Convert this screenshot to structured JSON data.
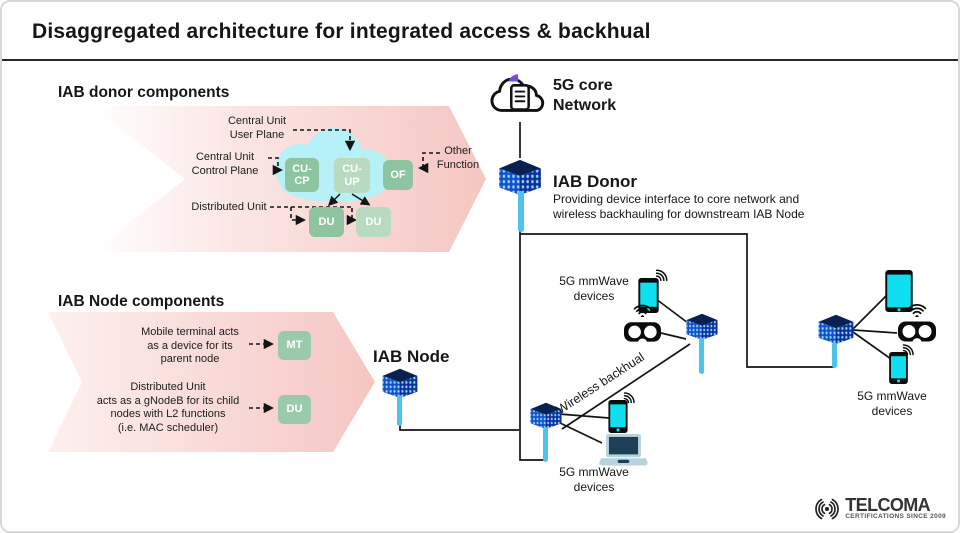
{
  "title": "Disaggregated architecture for integrated access & backhual",
  "donor": {
    "heading": "IAB donor components",
    "label_cu_up": "Central Unit\nUser Plane",
    "label_cu_cp": "Central Unit\nControl Plane",
    "label_du": "Distributed Unit",
    "label_of": "Other\nFunction",
    "box_cu_cp": "CU-\nCP",
    "box_cu_up": "CU-\nUP",
    "box_of": "OF",
    "box_du1": "DU",
    "box_du2": "DU"
  },
  "core": {
    "label": "5G core\nNetwork"
  },
  "iab_donor": {
    "title": "IAB Donor",
    "description": "Providing device interface to core network and\nwireless backhauling for downstream IAB Node"
  },
  "node": {
    "heading": "IAB Node components",
    "label_mt": "Mobile terminal acts\nas a device for  its\nparent node",
    "label_du": "Distributed Unit\nacts as a gNodeB for its child\nnodes with L2 functions\n(i.e. MAC scheduler)",
    "box_mt": "MT",
    "box_du": "DU",
    "title": "IAB Node"
  },
  "network": {
    "devices_top": "5G mmWave\ndevices",
    "devices_bottom": "5G mmWave\ndevices",
    "devices_right": "5G mmWave\ndevices",
    "backhaul": "Wireless backhual"
  },
  "logo": {
    "name": "TELCOMA",
    "tagline": "CERTIFICATIONS SINCE 2009"
  },
  "colors": {
    "accent_pink": "#f5c6c2",
    "pink_soft": "#fdf0ee",
    "cloud_cyan": "#b6f1f7",
    "green_dark": "#8fc4a1",
    "green_light": "#b9dabf",
    "green_node": "#9acaa9",
    "cyan_device": "#10dff0",
    "blue_top": "#0a2050",
    "blue_panel_light": "#1550cc",
    "blue_panel_dark": "#0d2f9e",
    "blue_pole": "#4fc3f0",
    "laptop_screen": "#1d4057",
    "laptop_body": "#b9d3de",
    "purple": "#7a4be0",
    "line": "#141414"
  }
}
